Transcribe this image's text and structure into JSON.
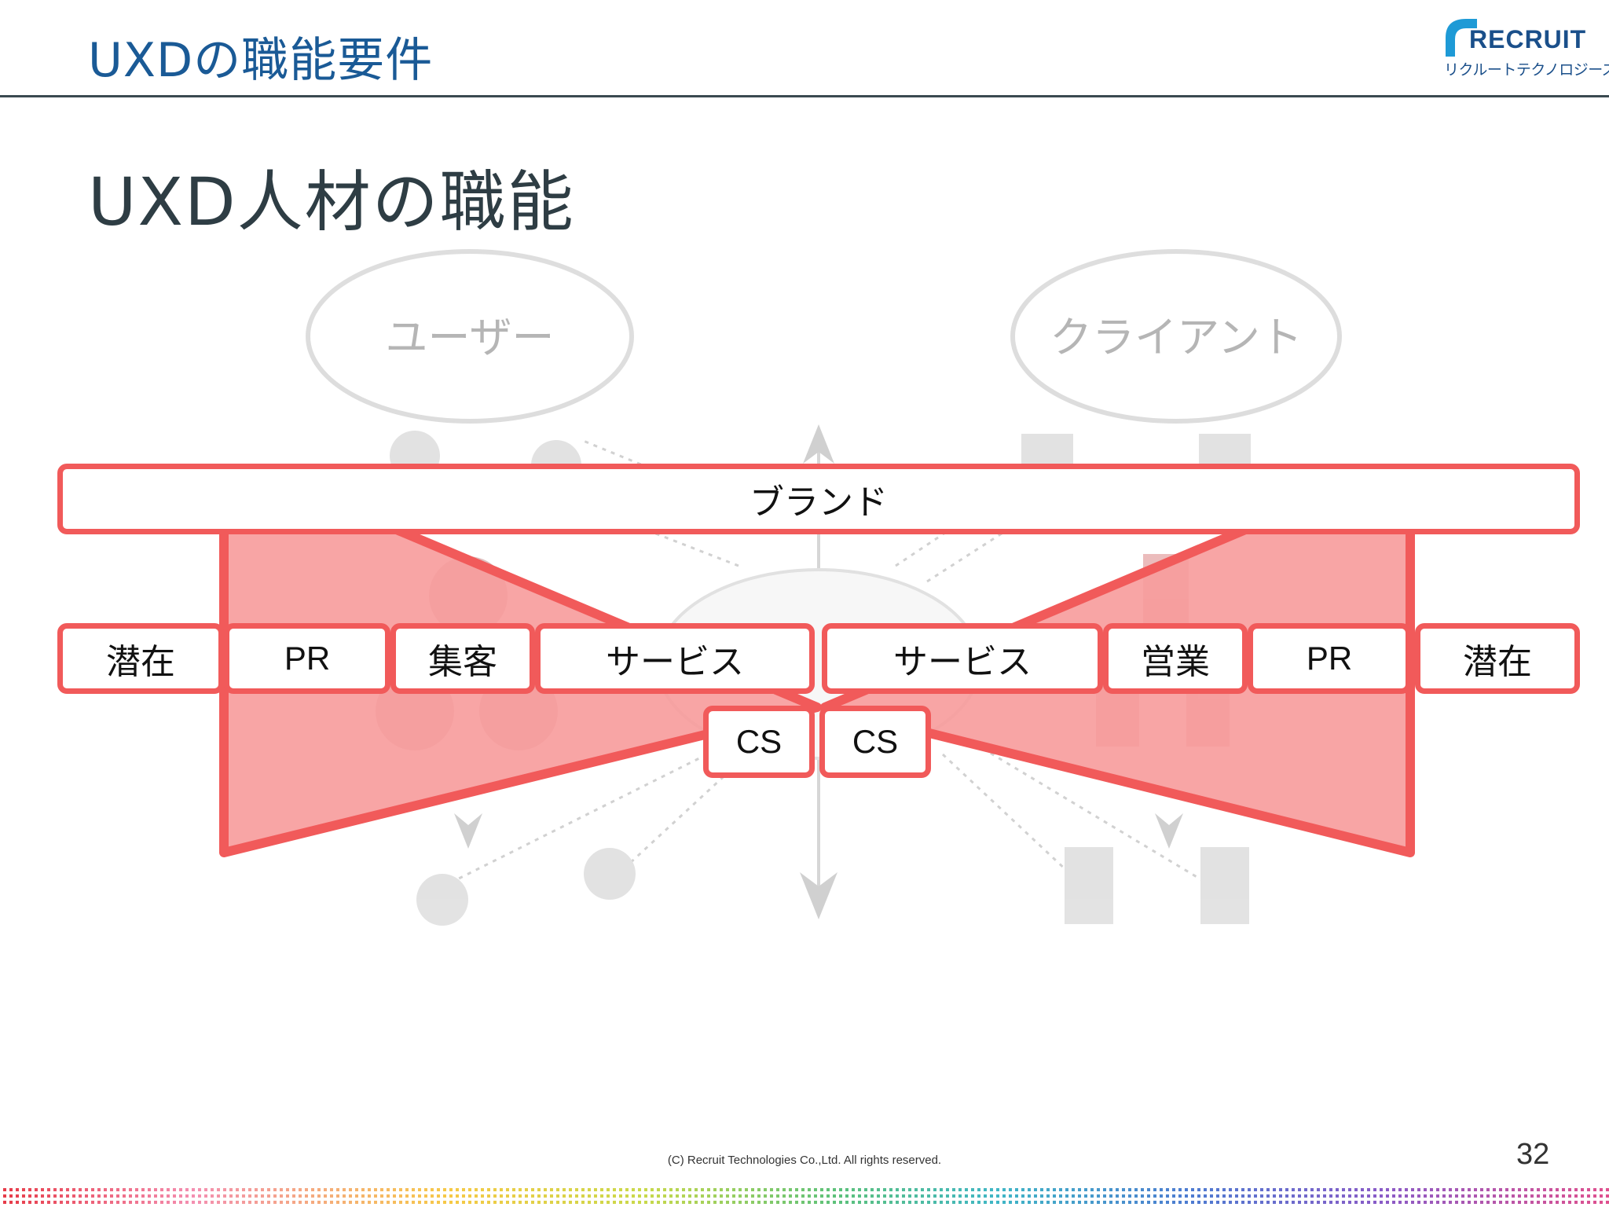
{
  "header": {
    "title": "UXDの職能要件",
    "logo_word": "RECRUIT",
    "logo_sub": "リクルートテクノロジーズ"
  },
  "heading": "UXD人材の職能",
  "background_figure": {
    "user_label": "ユーザー",
    "client_label": "クライアント"
  },
  "diagram": {
    "brand": "ブランド",
    "row_left": [
      "潜在",
      "PR",
      "集客",
      "サービス"
    ],
    "row_right": [
      "サービス",
      "営業",
      "PR",
      "潜在"
    ],
    "cs": [
      "CS",
      "CS"
    ]
  },
  "footer": {
    "copyright": "(C) Recruit Technologies Co.,Ltd. All rights reserved.",
    "page": "32"
  },
  "colors": {
    "accent_red": "#f15a5a",
    "fill_red": "#f79b9b",
    "title_blue": "#1a5a96"
  }
}
